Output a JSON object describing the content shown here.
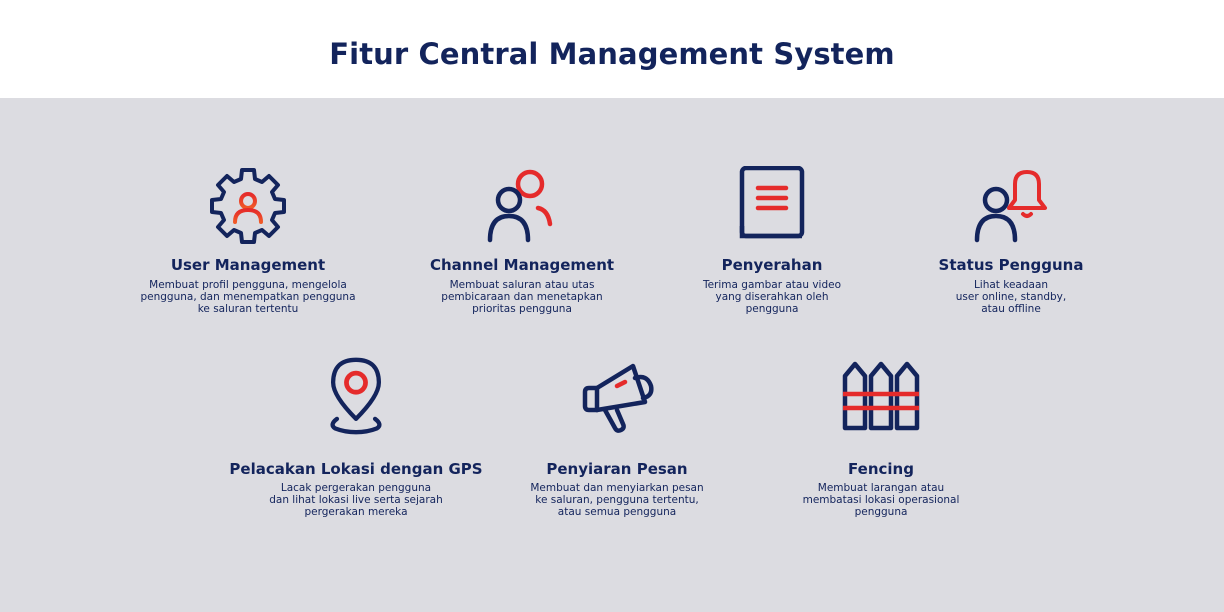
{
  "header": {
    "title": "Fitur Central Management System"
  },
  "colors": {
    "navy": "#13245c",
    "red": "#e52b2b",
    "orange": "#f05a28",
    "panel": "#dcdce1"
  },
  "features": [
    {
      "icon": "gear-user-icon",
      "title": "User Management",
      "desc": [
        "Membuat profil pengguna, mengelola",
        "pengguna, dan menempatkan pengguna",
        "ke saluran tertentu"
      ]
    },
    {
      "icon": "users-icon",
      "title": "Channel Management",
      "desc": [
        "Membuat saluran atau utas",
        "pembicaraan dan menetapkan",
        "prioritas pengguna"
      ]
    },
    {
      "icon": "document-icon",
      "title": "Penyerahan",
      "desc": [
        "Terima gambar atau video",
        "yang diserahkan oleh",
        "pengguna"
      ]
    },
    {
      "icon": "user-bell-icon",
      "title": "Status Pengguna",
      "desc": [
        "Lihat keadaan",
        "user online, standby,",
        "atau offline"
      ]
    },
    {
      "icon": "location-pin-icon",
      "title": "Pelacakan Lokasi dengan GPS",
      "desc": [
        "Lacak pergerakan pengguna",
        "dan lihat lokasi live serta sejarah",
        "pergerakan mereka"
      ]
    },
    {
      "icon": "megaphone-icon",
      "title": "Penyiaran Pesan",
      "desc": [
        "Membuat dan menyiarkan pesan",
        "ke saluran, pengguna tertentu,",
        "atau semua pengguna"
      ]
    },
    {
      "icon": "fence-icon",
      "title": "Fencing",
      "desc": [
        "Membuat larangan atau",
        "membatasi lokasi operasional",
        "pengguna"
      ]
    }
  ]
}
